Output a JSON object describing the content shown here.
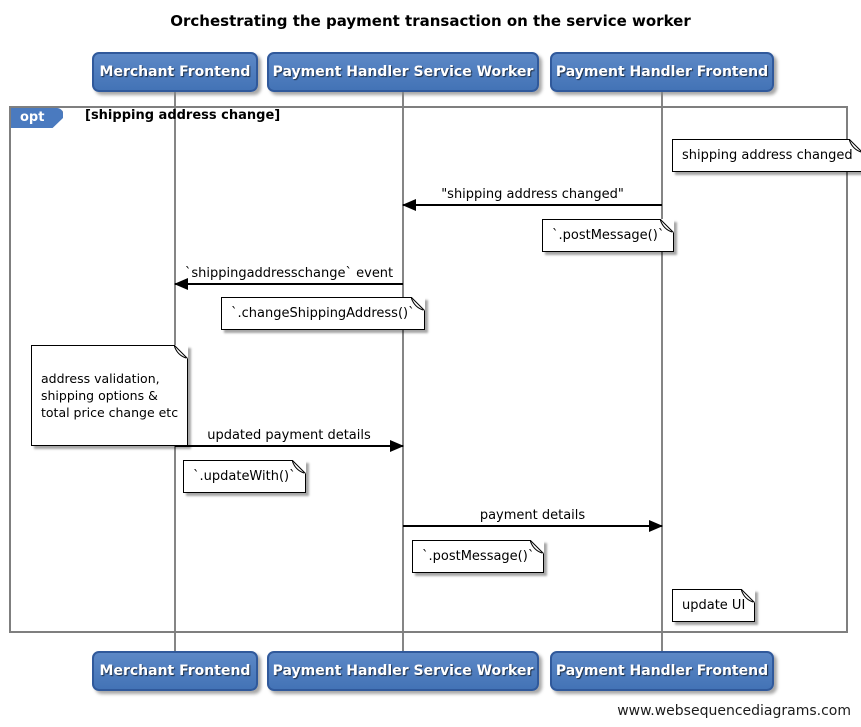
{
  "title": "Orchestrating the payment transaction on the service worker",
  "watermark": "www.websequencediagrams.com",
  "actors": [
    {
      "label": "Merchant Frontend"
    },
    {
      "label": "Payment Handler Service Worker"
    },
    {
      "label": "Payment Handler Frontend"
    }
  ],
  "fragment": {
    "operator": "opt",
    "guard": "[shipping address change]"
  },
  "messages": [
    {
      "label": "\"shipping address changed\"",
      "from": "Payment Handler Frontend",
      "to": "Payment Handler Service Worker"
    },
    {
      "label": "`shippingaddresschange` event",
      "from": "Payment Handler Service Worker",
      "to": "Merchant Frontend"
    },
    {
      "label": "updated payment details",
      "from": "Merchant Frontend",
      "to": "Payment Handler Service Worker"
    },
    {
      "label": "payment details",
      "from": "Payment Handler Service Worker",
      "to": "Payment Handler Frontend"
    }
  ],
  "notes": [
    {
      "text": "shipping address changed"
    },
    {
      "text": "`.postMessage()`"
    },
    {
      "text": "`.changeShippingAddress()`"
    },
    {
      "text": "address validation,\nshipping options &\ntotal price change etc"
    },
    {
      "text": "`.updateWith()`"
    },
    {
      "text": "`.postMessage()`"
    },
    {
      "text": "update UI"
    }
  ],
  "colors": {
    "actor-fill-top": "#5c88c6",
    "actor-fill-bottom": "#4373b6",
    "actor-border": "#30599b",
    "tab-fill": "#4a7abf",
    "frame-border": "#7f7f7f",
    "lifeline": "#858585",
    "note-bg": "#ffffff",
    "note-border": "#000000",
    "arrow": "#000000",
    "text-on-blue": "#ffffff"
  }
}
